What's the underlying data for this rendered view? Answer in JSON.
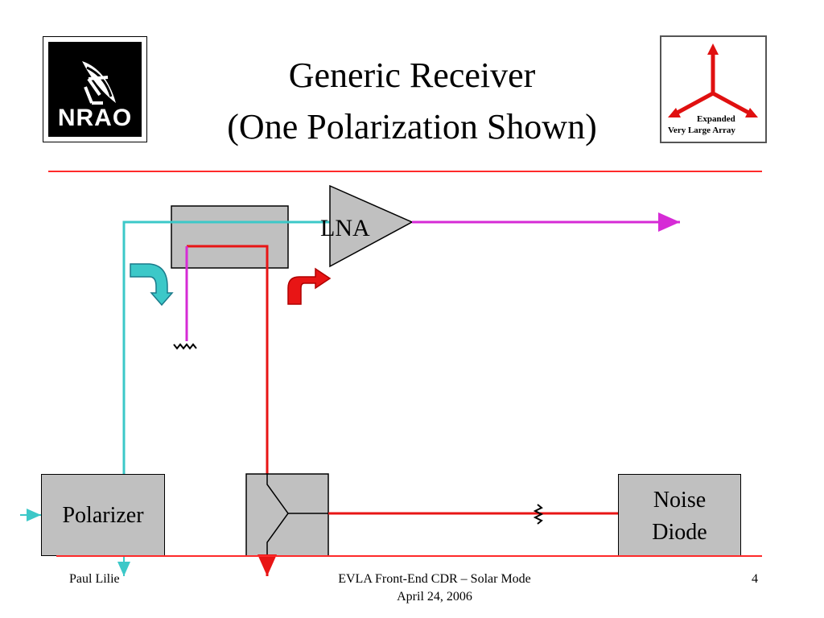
{
  "slide": {
    "title_line1": "Generic Receiver",
    "title_line2": "(One Polarization Shown)"
  },
  "logos": {
    "nrao": {
      "text": "NRAO"
    },
    "evla": {
      "line1": "Expanded",
      "line2": "Very Large Array"
    }
  },
  "diagram": {
    "lna_label": "LNA",
    "polarizer_label": "Polarizer",
    "noise_diode_line1": "Noise",
    "noise_diode_line2": "Diode"
  },
  "footer": {
    "author": "Paul Lilie",
    "center_line1": "EVLA Front-End CDR – Solar Mode",
    "center_line2": "April 24, 2006",
    "page_number": "4"
  },
  "colors": {
    "rule": "#ff2a2a",
    "cyan_path": "#3cc8c8",
    "magenta_path": "#d62bd6",
    "red_path": "#e81515",
    "block_fill": "#c0c0c0"
  }
}
